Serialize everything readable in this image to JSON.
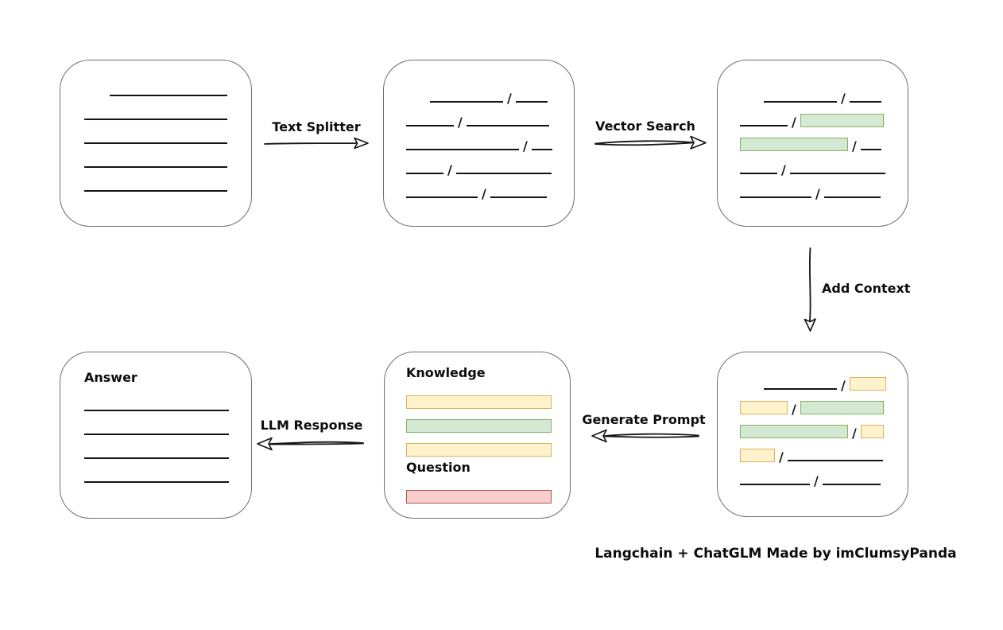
{
  "caption": "Langchain + ChatGLM Made by imClumsyPanda",
  "slash": "/",
  "colors": {
    "green_fill": "#d5e8d4",
    "green_border": "#82b366",
    "yellow_fill": "#fff2cc",
    "yellow_border": "#d6b656",
    "red_fill": "#f8cecc",
    "red_border": "#b85450",
    "box_border": "#6f6f6f",
    "line": "#141414",
    "background": "#ffffff"
  },
  "arrows": {
    "text_splitter": {
      "label": "Text Splitter",
      "direction": "right"
    },
    "vector_search": {
      "label": "Vector Search",
      "direction": "right"
    },
    "add_context": {
      "label": "Add Context",
      "direction": "down"
    },
    "generate_prompt": {
      "label": "Generate Prompt",
      "direction": "left"
    },
    "llm_response": {
      "label": "LLM Response",
      "direction": "left"
    }
  },
  "nodes": {
    "document": {
      "rows": [
        [
          {
            "t": "line",
            "w": 148,
            "ind": 32
          }
        ],
        [
          {
            "t": "line",
            "w": 180
          }
        ],
        [
          {
            "t": "line",
            "w": 180
          }
        ],
        [
          {
            "t": "line",
            "w": 180
          }
        ],
        [
          {
            "t": "line",
            "w": 180
          }
        ]
      ]
    },
    "split_text": {
      "rows": [
        [
          {
            "t": "line",
            "w": 92,
            "ind": 30
          },
          {
            "t": "slash"
          },
          {
            "t": "line",
            "w": 40
          }
        ],
        [
          {
            "t": "line",
            "w": 60
          },
          {
            "t": "slash"
          },
          {
            "t": "line",
            "w": 104
          }
        ],
        [
          {
            "t": "line",
            "w": 142
          },
          {
            "t": "slash"
          },
          {
            "t": "line",
            "w": 26
          }
        ],
        [
          {
            "t": "line",
            "w": 47
          },
          {
            "t": "slash"
          },
          {
            "t": "line",
            "w": 120
          }
        ],
        [
          {
            "t": "line",
            "w": 90
          },
          {
            "t": "slash"
          },
          {
            "t": "line",
            "w": 71
          }
        ]
      ]
    },
    "matched_chunks": {
      "rows": [
        [
          {
            "t": "line",
            "w": 92,
            "ind": 30
          },
          {
            "t": "slash"
          },
          {
            "t": "line",
            "w": 40
          }
        ],
        [
          {
            "t": "line",
            "w": 60
          },
          {
            "t": "slash"
          },
          {
            "t": "green",
            "w": 105
          }
        ],
        [
          {
            "t": "green",
            "w": 136
          },
          {
            "t": "slash"
          },
          {
            "t": "line",
            "w": 26
          }
        ],
        [
          {
            "t": "line",
            "w": 47
          },
          {
            "t": "slash"
          },
          {
            "t": "line",
            "w": 120
          }
        ],
        [
          {
            "t": "line",
            "w": 90
          },
          {
            "t": "slash"
          },
          {
            "t": "line",
            "w": 71
          }
        ]
      ]
    },
    "context_chunks": {
      "rows": [
        [
          {
            "t": "line",
            "w": 92,
            "ind": 30
          },
          {
            "t": "slash"
          },
          {
            "t": "yellow",
            "w": 46
          }
        ],
        [
          {
            "t": "yellow",
            "w": 60
          },
          {
            "t": "slash"
          },
          {
            "t": "green",
            "w": 105
          }
        ],
        [
          {
            "t": "green",
            "w": 136
          },
          {
            "t": "slash"
          },
          {
            "t": "yellow",
            "w": 29
          }
        ],
        [
          {
            "t": "yellow",
            "w": 44
          },
          {
            "t": "slash"
          },
          {
            "t": "line",
            "w": 120
          }
        ],
        [
          {
            "t": "line",
            "w": 88
          },
          {
            "t": "slash"
          },
          {
            "t": "line",
            "w": 73
          }
        ]
      ]
    },
    "prompt": {
      "knowledge_label": "Knowledge",
      "question_label": "Question",
      "knowledge_bars": [
        [
          {
            "t": "yellow",
            "w": 183
          }
        ],
        [
          {
            "t": "green",
            "w": 183
          }
        ],
        [
          {
            "t": "yellow",
            "w": 183
          }
        ]
      ],
      "question_bars": [
        [
          {
            "t": "red",
            "w": 183
          }
        ]
      ]
    },
    "answer": {
      "label": "Answer",
      "rows": [
        [
          {
            "t": "line",
            "w": 182
          }
        ],
        [
          {
            "t": "line",
            "w": 182
          }
        ],
        [
          {
            "t": "line",
            "w": 182
          }
        ],
        [
          {
            "t": "line",
            "w": 182
          }
        ]
      ]
    }
  }
}
